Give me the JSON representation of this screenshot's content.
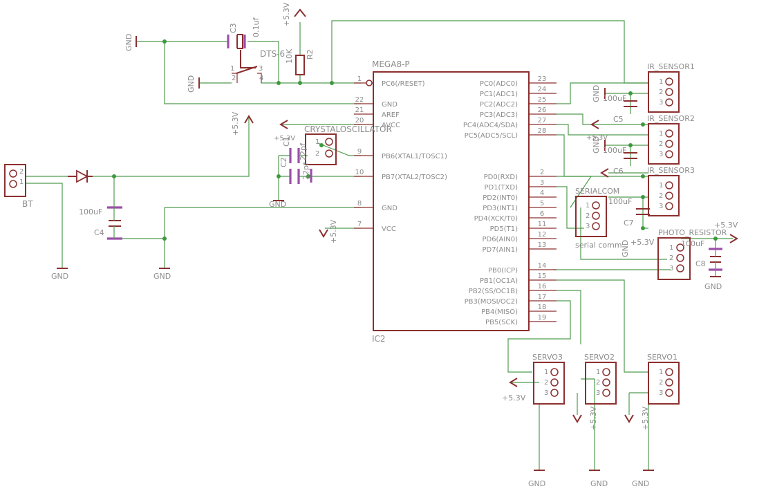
{
  "labels": {
    "gnd": "GND",
    "v53": "+5.3V",
    "c3": "C3",
    "c3_value": "0.1uf",
    "switch": "DTS-6",
    "r2": "R2",
    "r2_value": "10K",
    "sw_pin1": "1",
    "sw_pin2": "2",
    "sw_pin3": "3",
    "sw_pin4": "4",
    "ic_name": "MEGA8-P",
    "ic_ref": "IC2",
    "crystal": "CRYSTALOSCILLATOR",
    "c1": "C1",
    "c2": "C2",
    "c1_value": "22pf",
    "c2_value": "22pf",
    "bt": "BT",
    "c4": "C4",
    "c4_value": "100uF",
    "ir1": "IR_SENSOR1",
    "ir2": "IR_SENSOR2",
    "ir3": "IR_SENSOR3",
    "c5": "C5",
    "c6": "C6",
    "c7": "C7",
    "c8": "C8",
    "v100uf": "100uF",
    "serial": "SERIALCOM",
    "serial_sub": "serial comm",
    "photo": "PHOTO_RESISTOR",
    "servo1": "SERVO1",
    "servo2": "SERVO2",
    "servo3": "SERVO3"
  },
  "ic_left_pins": [
    {
      "num": "1",
      "name": "PC6(/RESET)"
    },
    {
      "num": "22",
      "name": "GND"
    },
    {
      "num": "21",
      "name": "AREF"
    },
    {
      "num": "20",
      "name": "AVCC"
    },
    {
      "num": "9",
      "name": "PB6(XTAL1/TOSC1)"
    },
    {
      "num": "10",
      "name": "PB7(XTAL2/TOSC2)"
    },
    {
      "num": "8",
      "name": "GND"
    },
    {
      "num": "7",
      "name": "VCC"
    }
  ],
  "ic_right_pins": [
    {
      "num": "23",
      "name": "PC0(ADC0)"
    },
    {
      "num": "24",
      "name": "PC1(ADC1)"
    },
    {
      "num": "25",
      "name": "PC2(ADC2)"
    },
    {
      "num": "26",
      "name": "PC3(ADC3)"
    },
    {
      "num": "27",
      "name": "PC4(ADC4/SDA)"
    },
    {
      "num": "28",
      "name": "PC5(ADC5/SCL)"
    },
    {
      "num": "2",
      "name": "PD0(RXD)"
    },
    {
      "num": "3",
      "name": "PD1(TXD)"
    },
    {
      "num": "4",
      "name": "PD2(INT0)"
    },
    {
      "num": "5",
      "name": "PD3(INT1)"
    },
    {
      "num": "6",
      "name": "PD4(XCK/T0)"
    },
    {
      "num": "11",
      "name": "PD5(T1)"
    },
    {
      "num": "12",
      "name": "PD6(AIN0)"
    },
    {
      "num": "13",
      "name": "PD7(AIN1)"
    },
    {
      "num": "14",
      "name": "PB0(ICP)"
    },
    {
      "num": "15",
      "name": "PB1(OC1A)"
    },
    {
      "num": "16",
      "name": "PB2(SS/OC1B)"
    },
    {
      "num": "17",
      "name": "PB3(MOSI/OC2)"
    },
    {
      "num": "18",
      "name": "PB4(MISO)"
    },
    {
      "num": "19",
      "name": "PB5(SCK)"
    }
  ],
  "header_pins": [
    "1",
    "2",
    "3"
  ],
  "bt_pins": [
    "2",
    "1"
  ]
}
